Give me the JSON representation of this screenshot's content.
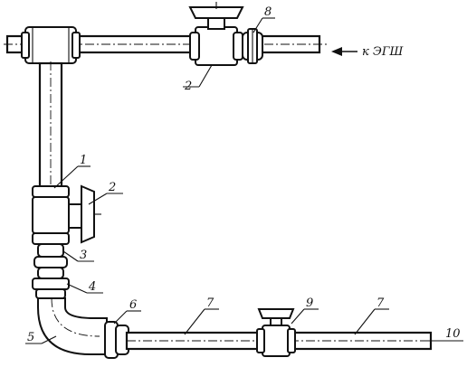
{
  "callouts": {
    "c1": "1",
    "c2_valve": "2",
    "c2_top": "2",
    "c3": "3",
    "c4": "4",
    "c5": "5",
    "c6": "6",
    "c7_left": "7",
    "c7_right": "7",
    "c8": "8",
    "c9": "9",
    "c10": "10"
  },
  "direction_label": "к ЭГШ"
}
